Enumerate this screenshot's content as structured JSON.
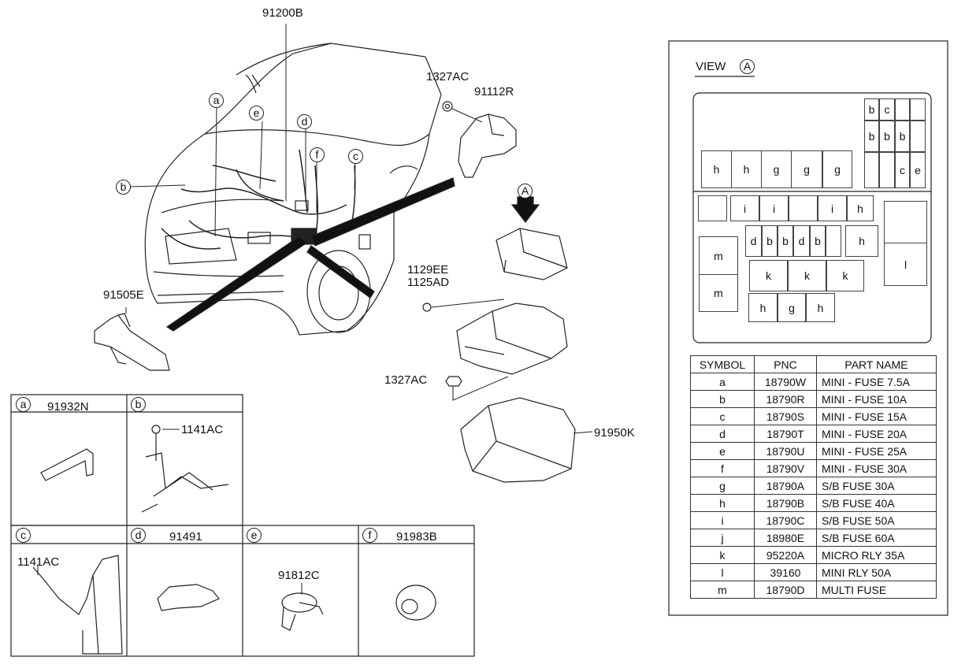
{
  "callouts": {
    "main_harness": "91200B",
    "bolt_top": "1327AC",
    "bracket_right": "91112R",
    "bracket_left": "91505E",
    "screws": "1129EE",
    "screws2": "1125AD",
    "nut_bottom": "1327AC",
    "lower_cover": "91950K",
    "view_marker": "A"
  },
  "harness_letters": [
    "a",
    "b",
    "c",
    "d",
    "e",
    "f"
  ],
  "detail_panels": [
    {
      "letter": "a",
      "part": "91932N",
      "sub": ""
    },
    {
      "letter": "b",
      "part": "",
      "sub": "1141AC"
    },
    {
      "letter": "c",
      "part": "",
      "sub": "1141AC"
    },
    {
      "letter": "d",
      "part": "91491",
      "sub": ""
    },
    {
      "letter": "e",
      "part": "",
      "sub": "91812C"
    },
    {
      "letter": "f",
      "part": "91983B",
      "sub": ""
    }
  ],
  "view": {
    "title": "VIEW",
    "marker": "A",
    "top_row": [
      "h",
      "h",
      "g",
      "g",
      "g"
    ],
    "top_right": [
      [
        "b",
        "c",
        "",
        ""
      ],
      [
        "b",
        "b",
        "b",
        ""
      ],
      [
        "",
        "",
        "c",
        "e"
      ]
    ],
    "row_i": [
      "",
      "i",
      "i",
      "",
      "i",
      "h"
    ],
    "row_d": [
      "d",
      "b",
      "b",
      "d",
      "b",
      ""
    ],
    "row_d_h": "h",
    "row_k": [
      "k",
      "k",
      "k"
    ],
    "row_hgh": [
      "h",
      "g",
      "h"
    ],
    "m_cells": [
      "m",
      "m"
    ],
    "l_cell": [
      "",
      "l"
    ]
  },
  "table": {
    "headers": [
      "SYMBOL",
      "PNC",
      "PART NAME"
    ],
    "rows": [
      [
        "a",
        "18790W",
        "MINI - FUSE 7.5A"
      ],
      [
        "b",
        "18790R",
        "MINI - FUSE 10A"
      ],
      [
        "c",
        "18790S",
        "MINI - FUSE 15A"
      ],
      [
        "d",
        "18790T",
        "MINI - FUSE 20A"
      ],
      [
        "e",
        "18790U",
        "MINI - FUSE 25A"
      ],
      [
        "f",
        "18790V",
        "MINI - FUSE 30A"
      ],
      [
        "g",
        "18790A",
        "S/B FUSE 30A"
      ],
      [
        "h",
        "18790B",
        "S/B FUSE 40A"
      ],
      [
        "i",
        "18790C",
        "S/B FUSE 50A"
      ],
      [
        "j",
        "18980E",
        "S/B FUSE 60A"
      ],
      [
        "k",
        "95220A",
        "MICRO RLY 35A"
      ],
      [
        "l",
        "39160",
        "MINI RLY 50A"
      ],
      [
        "m",
        "18790D",
        "MULTI FUSE"
      ]
    ]
  }
}
